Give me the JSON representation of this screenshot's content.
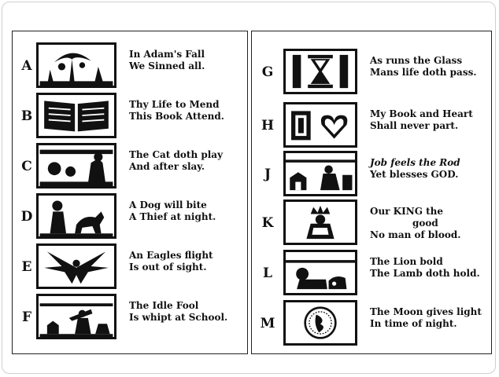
{
  "left_column": [
    {
      "letter": "A",
      "line1": "In Adam's Fall",
      "line2": "We Sinned all.",
      "icon": "tree-serpent-icon"
    },
    {
      "letter": "B",
      "line1": "Thy Life to Mend",
      "line2": "This Book Attend.",
      "icon": "open-book-icon"
    },
    {
      "letter": "C",
      "line1": "The Cat doth play",
      "line2": "And after slay.",
      "icon": "cat-mouse-icon"
    },
    {
      "letter": "D",
      "line1": "A Dog will bite",
      "line2": "A Thief at night.",
      "icon": "dog-thief-icon"
    },
    {
      "letter": "E",
      "line1": "An Eagles flight",
      "line2": "Is out of sight.",
      "icon": "eagle-icon"
    },
    {
      "letter": "F",
      "line1": "The Idle Fool",
      "line2": "Is whipt at School.",
      "icon": "schoolmaster-icon"
    }
  ],
  "right_column": [
    {
      "letter": "G",
      "line1": "As runs the Glass",
      "line2": "Mans life doth pass.",
      "icon": "hourglass-icon"
    },
    {
      "letter": "H",
      "line1": "My Book and Heart",
      "line2": "Shall never part.",
      "icon": "book-heart-icon"
    },
    {
      "letter": "J",
      "line1": "Job feels the Rod",
      "line2": "Yet blesses GOD.",
      "icon": "job-icon"
    },
    {
      "letter": "K",
      "line1": "Our KING the",
      "line2": "good",
      "line3": "No man of blood.",
      "icon": "king-icon"
    },
    {
      "letter": "L",
      "line1": "The Lion bold",
      "line2": "The Lamb doth hold.",
      "icon": "lion-lamb-icon"
    },
    {
      "letter": "M",
      "line1": "The Moon gives light",
      "line2": "In time of night.",
      "icon": "moon-icon"
    }
  ]
}
